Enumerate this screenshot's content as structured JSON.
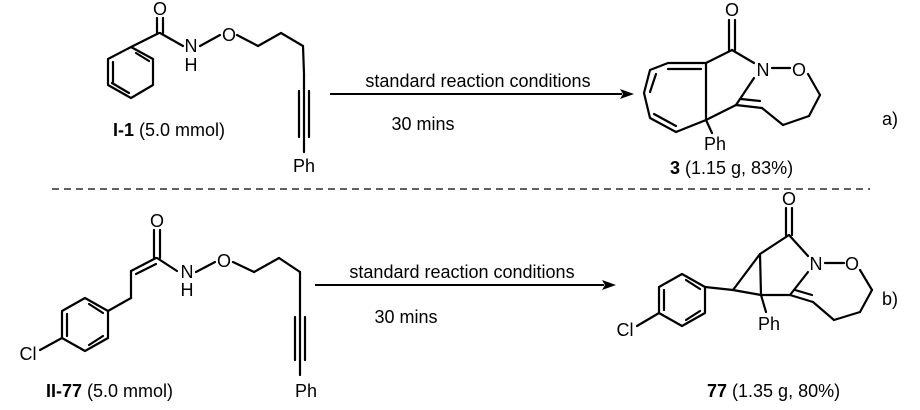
{
  "reaction_a": {
    "tag": "a)",
    "conditions_line1": "standard reaction conditions",
    "conditions_line2": "30 mins",
    "reactant": {
      "compound_id": "I-1",
      "amount": " (5.0 mmol)",
      "atoms": {
        "carbonyl_o": "O",
        "amide_n": "N",
        "amide_h": "H",
        "ether_o": "O",
        "phenyl": "Ph"
      }
    },
    "product": {
      "compound_id": "3",
      "yield": " (1.15 g, 83%)",
      "atoms": {
        "carbonyl_o": "O",
        "ring_n": "N",
        "ring_o": "O",
        "phenyl": "Ph"
      }
    }
  },
  "reaction_b": {
    "tag": "b)",
    "conditions_line1": "standard reaction conditions",
    "conditions_line2": "30 mins",
    "reactant": {
      "compound_id": "II-77",
      "amount": " (5.0 mmol)",
      "atoms": {
        "carbonyl_o": "O",
        "amide_n": "N",
        "amide_h": "H",
        "ether_o": "O",
        "phenyl": "Ph",
        "chloro": "Cl"
      }
    },
    "product": {
      "compound_id": "77",
      "yield": " (1.35 g, 80%)",
      "atoms": {
        "carbonyl_o": "O",
        "ring_n": "N",
        "ring_o": "O",
        "phenyl": "Ph",
        "chloro": "Cl"
      }
    }
  }
}
